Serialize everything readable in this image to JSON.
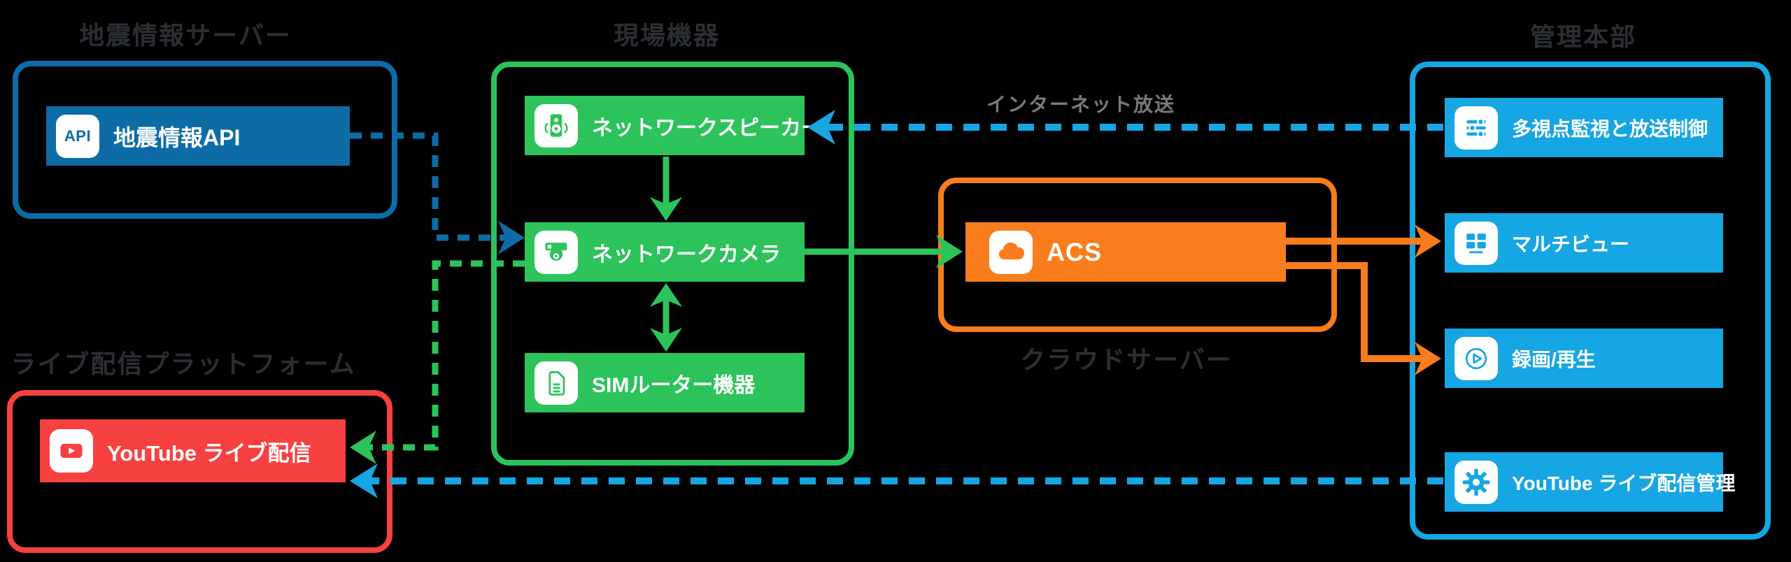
{
  "groups": {
    "earthquake_server": {
      "title": "地震情報サーバー",
      "node": {
        "label": "地震情報API",
        "icon": "api-icon",
        "icon_text": "API"
      }
    },
    "field_equipment": {
      "title": "現場機器",
      "nodes": [
        {
          "label": "ネットワークスピーカー",
          "icon": "speaker-icon"
        },
        {
          "label": "ネットワークカメラ",
          "icon": "camera-icon"
        },
        {
          "label": "SIMルーター機器",
          "icon": "sim-card-icon"
        }
      ]
    },
    "cloud_server": {
      "title": "クラウドサーバー",
      "node": {
        "label": "ACS",
        "icon": "cloud-icon"
      }
    },
    "headquarters": {
      "title": "管理本部",
      "nodes": [
        {
          "label": "多視点監視と放送制御",
          "icon": "sliders-icon"
        },
        {
          "label": "マルチビュー",
          "icon": "multiview-icon"
        },
        {
          "label": "録画/再生",
          "icon": "playback-icon"
        },
        {
          "label": "YouTube ライブ配信管理",
          "icon": "gear-icon"
        }
      ]
    },
    "live_platform": {
      "title": "ライブ配信プラットフォーム",
      "node": {
        "label": "YouTube ライブ配信",
        "icon": "youtube-icon"
      }
    }
  },
  "annotations": {
    "internet_broadcast": "インターネット放送"
  },
  "colors": {
    "background": "#000000",
    "dark_blue": "#0d6ca6",
    "light_blue": "#16a6e3",
    "green": "#2cc35b",
    "orange": "#f97d1c",
    "red": "#f74141",
    "title_text": "#2b2e33",
    "annotation_gray": "#7a7a7a",
    "node_text": "#ffffff"
  }
}
